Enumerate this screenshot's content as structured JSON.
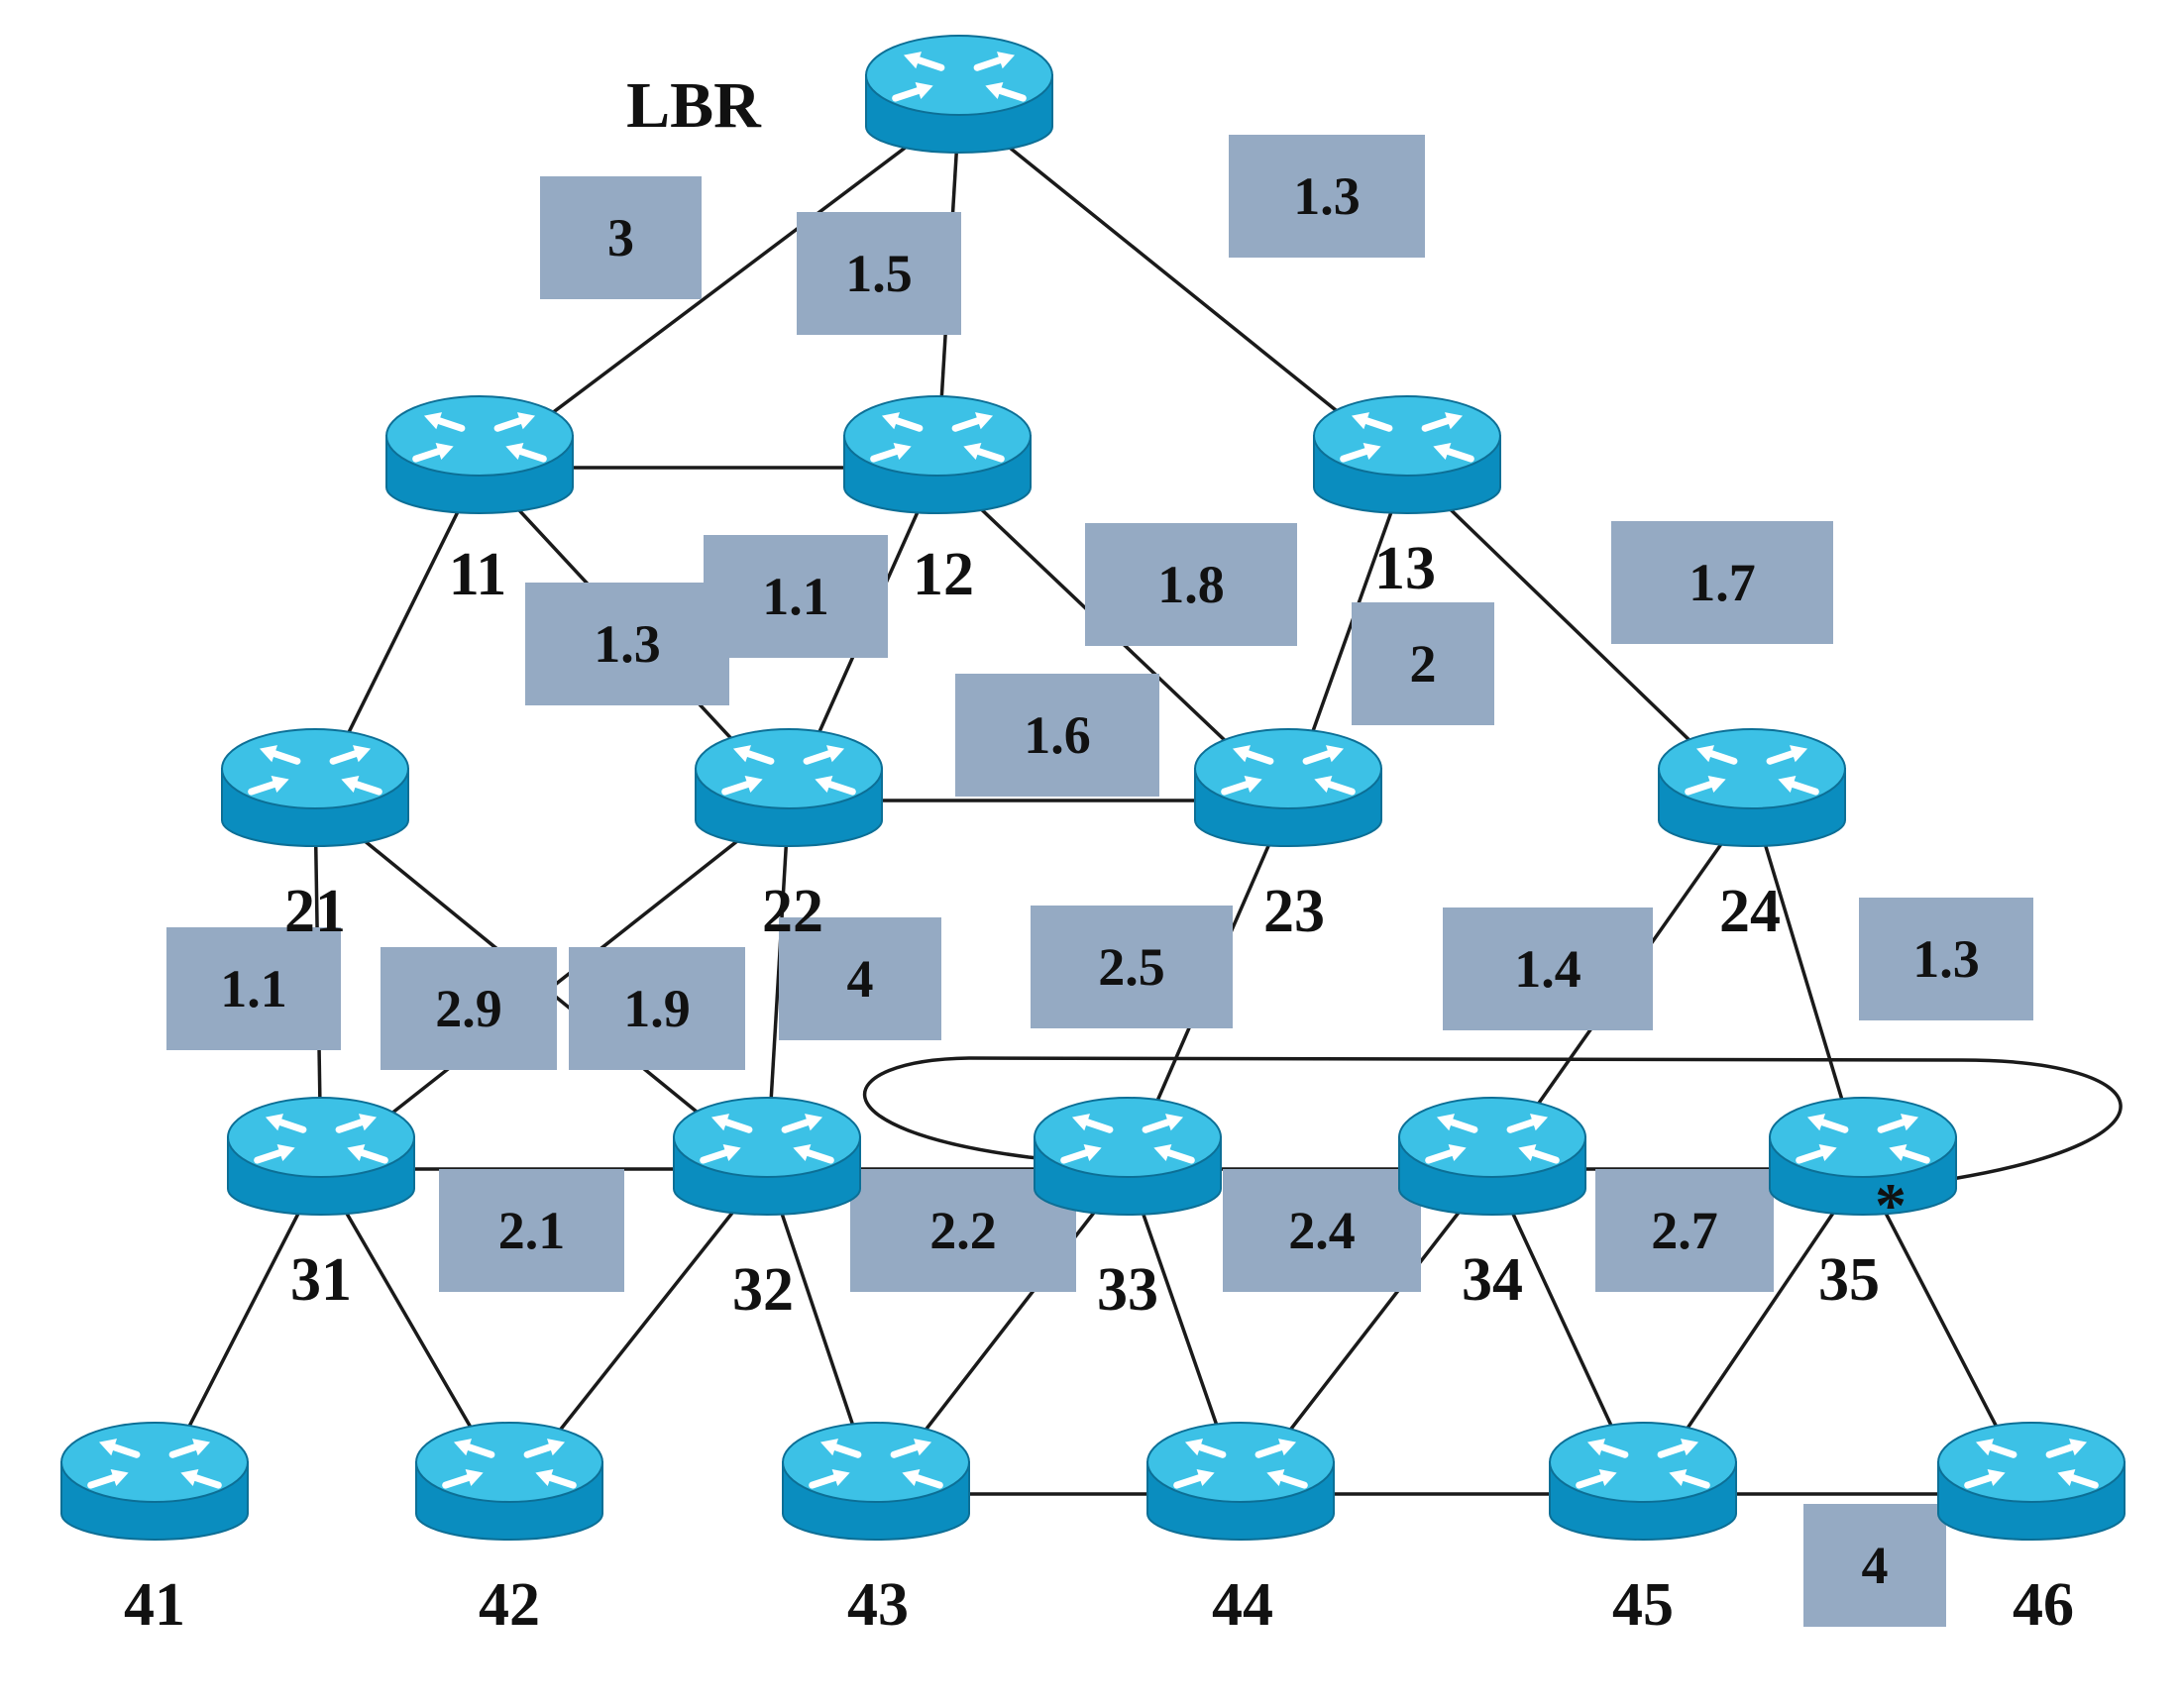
{
  "title": "LBR",
  "root_node_id": "LBR",
  "nodes": [
    {
      "id": "LBR",
      "label": ""
    },
    {
      "id": "11",
      "label": "11"
    },
    {
      "id": "12",
      "label": "12"
    },
    {
      "id": "13",
      "label": "13"
    },
    {
      "id": "21",
      "label": "21"
    },
    {
      "id": "22",
      "label": "22"
    },
    {
      "id": "23",
      "label": "23"
    },
    {
      "id": "24",
      "label": "24"
    },
    {
      "id": "31",
      "label": "31"
    },
    {
      "id": "32",
      "label": "32"
    },
    {
      "id": "33",
      "label": "33"
    },
    {
      "id": "34",
      "label": "34"
    },
    {
      "id": "35",
      "label": "35"
    },
    {
      "id": "41",
      "label": "41"
    },
    {
      "id": "42",
      "label": "42"
    },
    {
      "id": "43",
      "label": "43"
    },
    {
      "id": "44",
      "label": "44"
    },
    {
      "id": "45",
      "label": "45"
    },
    {
      "id": "46",
      "label": "46"
    }
  ],
  "edges": [
    {
      "from": "LBR",
      "to": "11",
      "weight": "3"
    },
    {
      "from": "LBR",
      "to": "12",
      "weight": "1.5"
    },
    {
      "from": "LBR",
      "to": "13",
      "weight": "1.3"
    },
    {
      "from": "11",
      "to": "12",
      "weight": ""
    },
    {
      "from": "11",
      "to": "21",
      "weight": ""
    },
    {
      "from": "11",
      "to": "22",
      "weight": "1.3"
    },
    {
      "from": "12",
      "to": "22",
      "weight": "1.1"
    },
    {
      "from": "12",
      "to": "23",
      "weight": "1.8"
    },
    {
      "from": "13",
      "to": "23",
      "weight": "2"
    },
    {
      "from": "13",
      "to": "24",
      "weight": "1.7"
    },
    {
      "from": "22",
      "to": "23",
      "weight": "1.6"
    },
    {
      "from": "21",
      "to": "31",
      "weight": "1.1"
    },
    {
      "from": "22",
      "to": "31",
      "weight": "2.9"
    },
    {
      "from": "21",
      "to": "32",
      "weight": "1.9"
    },
    {
      "from": "22",
      "to": "32",
      "weight": "4"
    },
    {
      "from": "23",
      "to": "33",
      "weight": "2.5"
    },
    {
      "from": "24",
      "to": "34",
      "weight": "1.4"
    },
    {
      "from": "24",
      "to": "35",
      "weight": "1.3"
    },
    {
      "from": "31",
      "to": "32",
      "weight": "2.1"
    },
    {
      "from": "32",
      "to": "33",
      "weight": "2.2"
    },
    {
      "from": "33",
      "to": "34",
      "weight": "2.4"
    },
    {
      "from": "34",
      "to": "35",
      "weight": "2.7"
    },
    {
      "from": "31",
      "to": "41",
      "weight": ""
    },
    {
      "from": "31",
      "to": "42",
      "weight": ""
    },
    {
      "from": "32",
      "to": "42",
      "weight": ""
    },
    {
      "from": "32",
      "to": "43",
      "weight": ""
    },
    {
      "from": "33",
      "to": "43",
      "weight": ""
    },
    {
      "from": "33",
      "to": "44",
      "weight": ""
    },
    {
      "from": "34",
      "to": "44",
      "weight": ""
    },
    {
      "from": "34",
      "to": "45",
      "weight": ""
    },
    {
      "from": "35",
      "to": "45",
      "weight": ""
    },
    {
      "from": "35",
      "to": "46",
      "weight": ""
    },
    {
      "from": "43",
      "to": "44",
      "weight": ""
    },
    {
      "from": "44",
      "to": "45",
      "weight": ""
    },
    {
      "from": "45",
      "to": "46",
      "weight": "4"
    }
  ],
  "loop": {
    "from": "35",
    "to": "33",
    "label": ""
  },
  "marker": {
    "node": "35",
    "symbol": "*"
  },
  "colors": {
    "router_top": "#3cc1e6",
    "router_side": "#0a8dbf",
    "router_rim": "#0c6f96",
    "router_arrows": "#ffffff",
    "weight_box": "#95aac3",
    "line": "#1a1a1a",
    "text": "#111111"
  },
  "icon": "router-icon"
}
